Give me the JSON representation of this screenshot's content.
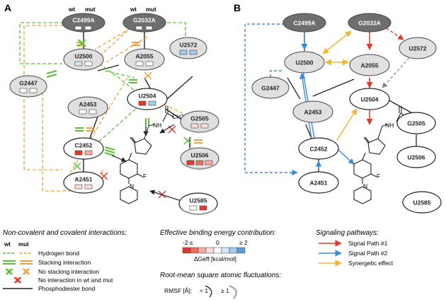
{
  "panels": {
    "a": "A",
    "b": "B"
  },
  "header": {
    "wt": "wt",
    "mut": "mut"
  },
  "colors": {
    "dark_node": "#6e6e6e",
    "light_node": "#e0e0e0",
    "green": "#5bbf3a",
    "orange": "#f0a040",
    "red": "#e03a2a",
    "blue": "#3a8ad8",
    "yellow": "#f5b52e"
  },
  "nodes": {
    "C2499A": "C2499A",
    "G2032A": "G2032A",
    "U2572": "U2572",
    "U2500": "U2500",
    "A2055": "A2055",
    "G2447": "G2447",
    "U2504": "U2504",
    "A2453": "A2453",
    "G2505": "G2505",
    "C2452": "C2452",
    "U2506": "U2506",
    "A2451": "A2451",
    "U2585": "U2585"
  },
  "ligand": {
    "nh": "NH",
    "o": "O",
    "f": "F",
    "n": "N",
    "ch3": "CH3"
  },
  "legend": {
    "interactions_title": "Non-covalent and covalent interactions:",
    "wt": "wt",
    "mut": "mut",
    "items": [
      "Hydrogen bond",
      "Stacking interaction",
      "No stacking interaction",
      "No interaction in wt and mut",
      "Phosphodiester bond"
    ],
    "energy_title": "Effective binding energy contribution:",
    "energy_ticks": [
      "-2 ≤",
      "0",
      "≥ 2"
    ],
    "energy_unit": "ΔGeff [kcal/mol]",
    "rmsd_title": "Root-mean square atomic fluctuations:",
    "rmsf_label": "RMSF [Å]:",
    "rmsf_low": "< 1",
    "rmsf_high": "≥ 1",
    "signaling_title": "Signaling pathways:",
    "signal_items": [
      "Signal Path #1",
      "Signal Path #2",
      "Synergetic effect"
    ]
  },
  "energy_scale": [
    "#e03a2a",
    "#ec7060",
    "#f4aaa0",
    "#fbdcd6",
    "#ffffff",
    "#d3e7f6",
    "#a0cbec",
    "#5a9fd8"
  ]
}
